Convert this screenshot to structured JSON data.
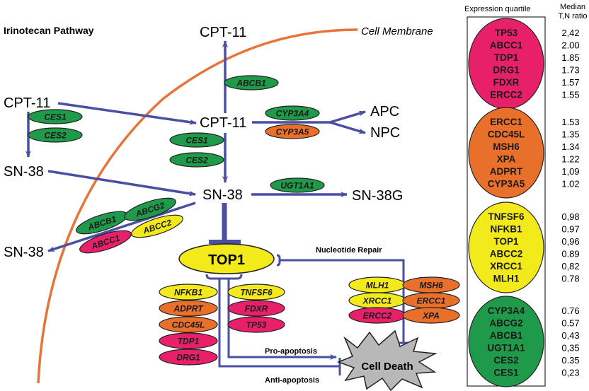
{
  "title": "Irinotecan Pathway",
  "membrane_label": "Cell Membrane",
  "colors": {
    "arrow": "#4a4fa3",
    "membrane": "#e8743a",
    "q1": "#e8206a",
    "q2": "#e8702a",
    "q3": "#f2ea1a",
    "q4": "#1f9a4a"
  },
  "nodes": {
    "cpt11_out": "CPT-11",
    "cpt11_ext": "CPT-11",
    "cpt11_in": "CPT-11",
    "sn38_ext": "SN-38",
    "sn38_in": "SN-38",
    "sn38_efflux": "SN-38",
    "sn38g": "SN-38G",
    "apc": "APC",
    "npc": "NPC",
    "top1": "TOP1",
    "cell_death": "Cell Death"
  },
  "edge_labels": {
    "nucleotide_repair": "Nucleotide Repair",
    "pro_apoptosis": "Pro-apoptosis",
    "anti_apoptosis": "Anti-apoptosis"
  },
  "enzymes": [
    {
      "id": "abcb1_top",
      "label": "ABCB1",
      "quartile": 4
    },
    {
      "id": "ces1_ext",
      "label": "CES1",
      "quartile": 4
    },
    {
      "id": "ces2_ext",
      "label": "CES2",
      "quartile": 4
    },
    {
      "id": "cyp3a4",
      "label": "CYP3A4",
      "quartile": 4
    },
    {
      "id": "cyp3a5",
      "label": "CYP3A5",
      "quartile": 2
    },
    {
      "id": "ces1_in",
      "label": "CES1",
      "quartile": 4
    },
    {
      "id": "ces2_in",
      "label": "CES2",
      "quartile": 4
    },
    {
      "id": "ugt1a1",
      "label": "UGT1A1",
      "quartile": 4
    },
    {
      "id": "abcb1_eff",
      "label": "ABCB1",
      "quartile": 4
    },
    {
      "id": "abcg2_eff",
      "label": "ABCG2",
      "quartile": 4
    },
    {
      "id": "abcc1_eff",
      "label": "ABCC1",
      "quartile": 1
    },
    {
      "id": "abcc2_eff",
      "label": "ABCC2",
      "quartile": 3
    },
    {
      "id": "nfkb1",
      "label": "NFKB1",
      "quartile": 3
    },
    {
      "id": "adprt",
      "label": "ADPRT",
      "quartile": 2
    },
    {
      "id": "cdc45l",
      "label": "CDC45L",
      "quartile": 2
    },
    {
      "id": "tdp1",
      "label": "TDP1",
      "quartile": 1
    },
    {
      "id": "drg1",
      "label": "DRG1",
      "quartile": 1
    },
    {
      "id": "tnfsf6",
      "label": "TNFSF6",
      "quartile": 3
    },
    {
      "id": "fdxr",
      "label": "FDXR",
      "quartile": 1
    },
    {
      "id": "tp53",
      "label": "TP53",
      "quartile": 1
    },
    {
      "id": "mlh1",
      "label": "MLH1",
      "quartile": 3
    },
    {
      "id": "xrcc1",
      "label": "XRCC1",
      "quartile": 3
    },
    {
      "id": "ercc2",
      "label": "ERCC2",
      "quartile": 1
    },
    {
      "id": "msh6",
      "label": "MSH6",
      "quartile": 2
    },
    {
      "id": "ercc1",
      "label": "ERCC1",
      "quartile": 2
    },
    {
      "id": "xpa",
      "label": "XPA",
      "quartile": 2
    }
  ],
  "legend": {
    "header_quartile": "Expression quartile",
    "header_ratio_1": "Median",
    "header_ratio_2": "T,N ratio",
    "quartiles": [
      {
        "genes": [
          {
            "name": "TP53",
            "ratio": "2,42"
          },
          {
            "name": "ABCC1",
            "ratio": "2.00"
          },
          {
            "name": "TDP1",
            "ratio": "1.85"
          },
          {
            "name": "DRG1",
            "ratio": "1.73"
          },
          {
            "name": "FDXR",
            "ratio": "1.57"
          },
          {
            "name": "ERCC2",
            "ratio": "1.55"
          }
        ]
      },
      {
        "genes": [
          {
            "name": "ERCC1",
            "ratio": "1.53"
          },
          {
            "name": "CDC45L",
            "ratio": "1.35"
          },
          {
            "name": "MSH6",
            "ratio": "1.34"
          },
          {
            "name": "XPA",
            "ratio": "1.22"
          },
          {
            "name": "ADPRT",
            "ratio": "1,09"
          },
          {
            "name": "CYP3A5",
            "ratio": "1.02"
          }
        ]
      },
      {
        "genes": [
          {
            "name": "TNFSF6",
            "ratio": "0,98"
          },
          {
            "name": "NFKB1",
            "ratio": "0.97"
          },
          {
            "name": "TOP1",
            "ratio": "0,96"
          },
          {
            "name": "ABCC2",
            "ratio": "0.89"
          },
          {
            "name": "XRCC1",
            "ratio": "0,82"
          },
          {
            "name": "MLH1",
            "ratio": "0.78"
          }
        ]
      },
      {
        "genes": [
          {
            "name": "CYP3A4",
            "ratio": "0.76"
          },
          {
            "name": "ABCG2",
            "ratio": "0.57"
          },
          {
            "name": "ABCB1",
            "ratio": "0,43"
          },
          {
            "name": "UGT1A1",
            "ratio": "0,35"
          },
          {
            "name": "CES2",
            "ratio": "0.35"
          },
          {
            "name": "CES1",
            "ratio": "0,23"
          }
        ]
      }
    ]
  }
}
